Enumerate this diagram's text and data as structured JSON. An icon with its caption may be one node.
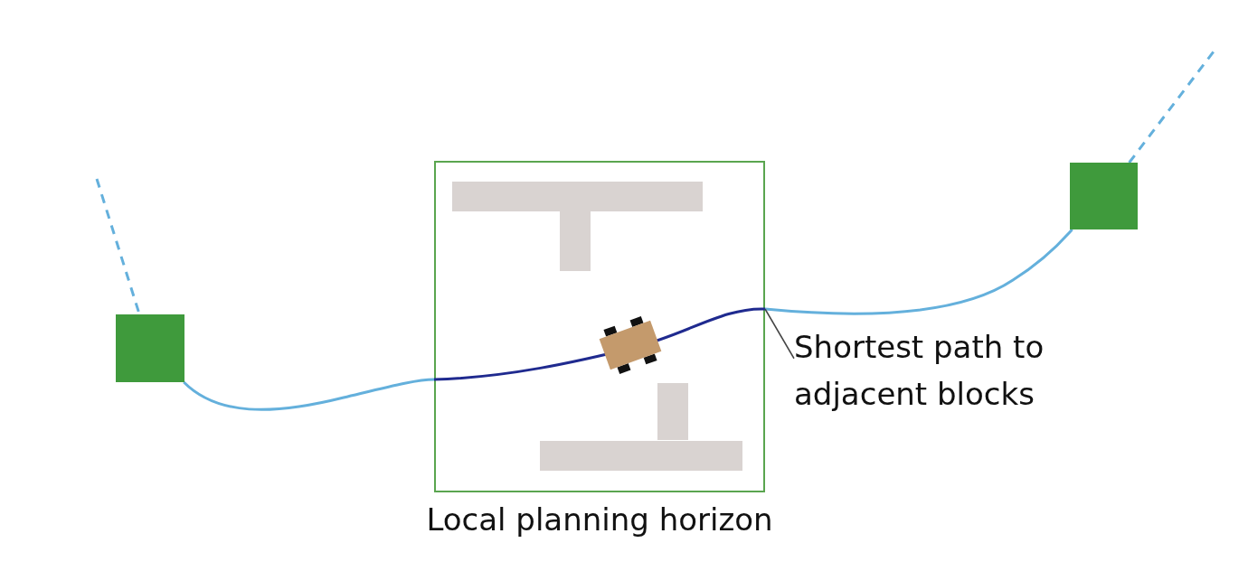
{
  "diagram": {
    "nodes": [
      {
        "text": [],
        "shape": "box"
      },
      {
        "text": [
          "Local planning horizon"
        ]
      },
      {
        "text": [],
        "shape": "bar",
        "in": 1
      },
      {
        "text": [],
        "shape": "bar",
        "in": 1
      },
      {
        "text": [],
        "shape": "line",
        "in": 1
      },
      {
        "text": [],
        "shape": "bar",
        "in": 1
      },
      {
        "text": [],
        "shape": "bar",
        "in": 1
      },
      {
        "text": [],
        "shape": "box"
      },
      {
        "text": [
          "Shortest path to adjacent blocks"
        ]
      }
    ],
    "edges": [
      {
        "from": null,
        "to": 0,
        "arrow": "none",
        "style": "dashed"
      },
      {
        "from": 0,
        "to": 4,
        "arrow": "none"
      },
      {
        "from": 4,
        "to": 7,
        "arrow": "none"
      },
      {
        "from": 7,
        "to": null,
        "arrow": "none",
        "style": "dashed"
      },
      {
        "from": 8,
        "to": 4,
        "arrow": "none",
        "color": "#444444"
      }
    ]
  }
}
